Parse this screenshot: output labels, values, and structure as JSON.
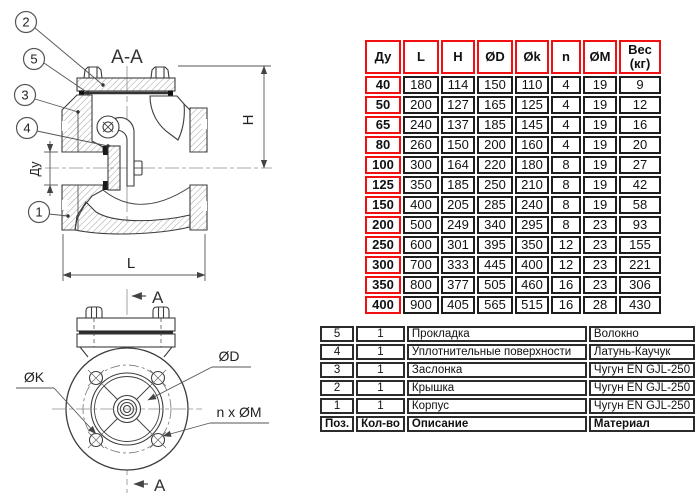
{
  "drawing": {
    "section_label": "A-A",
    "cut_label_top": "A",
    "cut_label_bottom": "A",
    "dim_height": "H",
    "dim_length": "L",
    "dim_bore": "Ду",
    "flange_outer_dia": "ØD",
    "bolt_circle_dia": "ØK",
    "bolt_holes": "n x ØM",
    "balloons": {
      "b1": "1",
      "b2": "2",
      "b3": "3",
      "b4": "4",
      "b5": "5"
    }
  },
  "dimensions_table": {
    "columns": [
      "Ду",
      "L",
      "H",
      "ØD",
      "Øk",
      "n",
      "ØM",
      "Вес (кг)"
    ],
    "rows": [
      [
        "40",
        "180",
        "114",
        "150",
        "110",
        "4",
        "19",
        "9"
      ],
      [
        "50",
        "200",
        "127",
        "165",
        "125",
        "4",
        "19",
        "12"
      ],
      [
        "65",
        "240",
        "137",
        "185",
        "145",
        "4",
        "19",
        "16"
      ],
      [
        "80",
        "260",
        "150",
        "200",
        "160",
        "4",
        "19",
        "20"
      ],
      [
        "100",
        "300",
        "164",
        "220",
        "180",
        "8",
        "19",
        "27"
      ],
      [
        "125",
        "350",
        "185",
        "250",
        "210",
        "8",
        "19",
        "42"
      ],
      [
        "150",
        "400",
        "205",
        "285",
        "240",
        "8",
        "19",
        "58"
      ],
      [
        "200",
        "500",
        "249",
        "340",
        "295",
        "8",
        "23",
        "93"
      ],
      [
        "250",
        "600",
        "301",
        "395",
        "350",
        "12",
        "23",
        "155"
      ],
      [
        "300",
        "700",
        "333",
        "445",
        "400",
        "12",
        "23",
        "221"
      ],
      [
        "350",
        "800",
        "377",
        "505",
        "460",
        "16",
        "23",
        "306"
      ],
      [
        "400",
        "900",
        "405",
        "565",
        "515",
        "16",
        "28",
        "430"
      ]
    ]
  },
  "parts_table": {
    "rows": [
      [
        "5",
        "1",
        "Прокладка",
        "Волокно"
      ],
      [
        "4",
        "1",
        "Уплотнительные поверхности",
        "Латунь-Каучук"
      ],
      [
        "3",
        "1",
        "Заслонка",
        "Чугун EN GJL-250"
      ],
      [
        "2",
        "1",
        "Крышка",
        "Чугун EN GJL-250"
      ],
      [
        "1",
        "1",
        "Корпус",
        "Чугун EN GJL-250"
      ]
    ],
    "footer": [
      "Поз.",
      "Кол-во",
      "Описание",
      "Материал"
    ]
  },
  "colors": {
    "accent_red": "#f01010",
    "table_border": "#1d1d1d",
    "line": "#3d3d3d"
  }
}
